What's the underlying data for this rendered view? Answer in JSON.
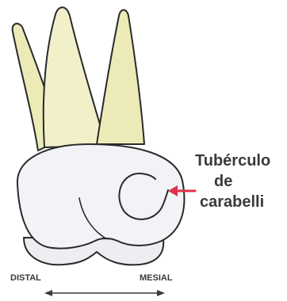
{
  "annotation": {
    "line1": "Tubérculo",
    "line2": "de",
    "line3": "carabelli"
  },
  "axis": {
    "left_label": "DISTAL",
    "right_label": "MESIAL"
  },
  "colors": {
    "root": "#ecebb8",
    "root_outline": "#2a2a2a",
    "crown": "#f1f2f5",
    "arrow": "#e0304a",
    "text": "#3a3a3a"
  }
}
